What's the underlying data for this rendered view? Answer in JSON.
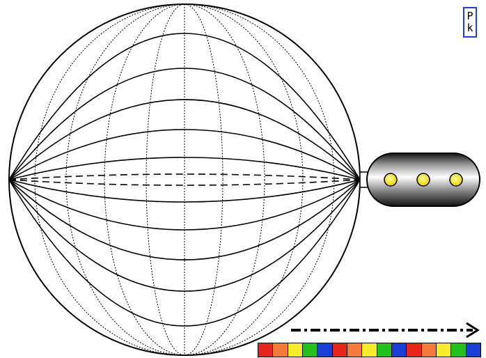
{
  "badge": {
    "line1": "P",
    "line2": "k"
  },
  "colors": {
    "sphere_stroke": "#000000",
    "pod_light": "#f2e200",
    "badge_border": "#1f3fd8",
    "arrow": "#000000"
  },
  "pod": {
    "lights": 3
  },
  "color_strip": [
    "#e8251b",
    "#f47a3c",
    "#f6ec2a",
    "#22c11e",
    "#1a3fd6",
    "#e8251b",
    "#f47a3c",
    "#f6ec2a",
    "#22c11e",
    "#1a3fd6",
    "#e8251b",
    "#f47a3c",
    "#f6ec2a",
    "#22c11e",
    "#1a3fd6"
  ]
}
